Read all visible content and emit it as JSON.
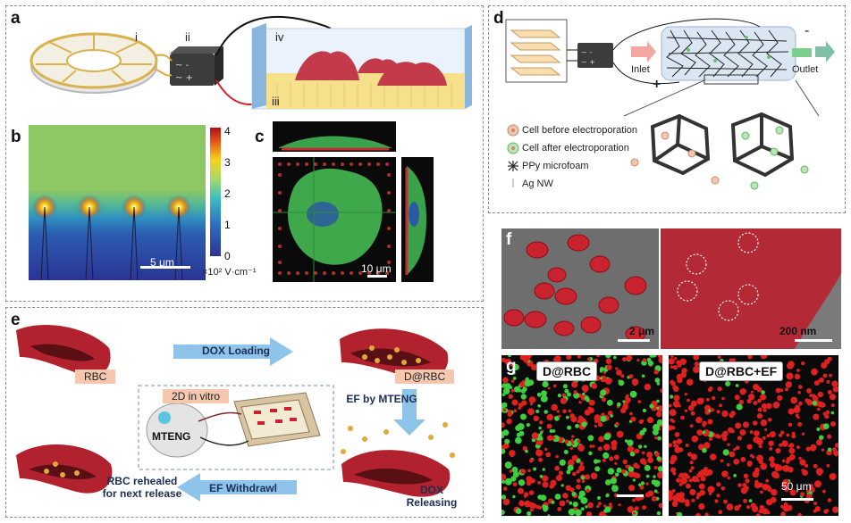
{
  "panels": {
    "a": {
      "label": "a",
      "roman": [
        "i",
        "ii",
        "iii",
        "iv"
      ]
    },
    "b": {
      "label": "b",
      "colorbar_ticks": [
        "4",
        "3",
        "2",
        "1",
        "0"
      ],
      "unit": "×10² V·cm⁻¹",
      "scalebar": "5 μm"
    },
    "c": {
      "label": "c",
      "scalebar": "10 μm"
    },
    "d": {
      "label": "d",
      "minus": "-",
      "plus": "+",
      "inlet": "Inlet",
      "outlet": "Outlet",
      "legend": [
        "Cell before electroporation",
        "Cell after electroporation",
        "PPy microfoam",
        "Ag NW"
      ]
    },
    "e": {
      "label": "e",
      "rbc": "RBC",
      "dox_loading": "DOX Loading",
      "d_rbc": "D@RBC",
      "ef_mteng": "EF by MTENG",
      "inset_title": "2D in vitro",
      "mteng": "MTENG",
      "rehealed": "RBC rehealed\nfor next release",
      "ef_withdrawl": "EF Withdrawl",
      "dox_releasing": "DOX\nReleasing"
    },
    "f": {
      "label": "f",
      "scalebar_left": "2 μm",
      "scalebar_right": "200 nm"
    },
    "g": {
      "label": "g",
      "left_title": "D@RBC",
      "right_title": "D@RBC+EF",
      "scalebar": "50 μm"
    }
  },
  "colors": {
    "field_green": "#8dc864",
    "field_blue": "#2b3494",
    "rbc_red": "#c0303a",
    "arrow_blue": "#8fc4ea",
    "tag_peach": "#f4c7ae"
  }
}
